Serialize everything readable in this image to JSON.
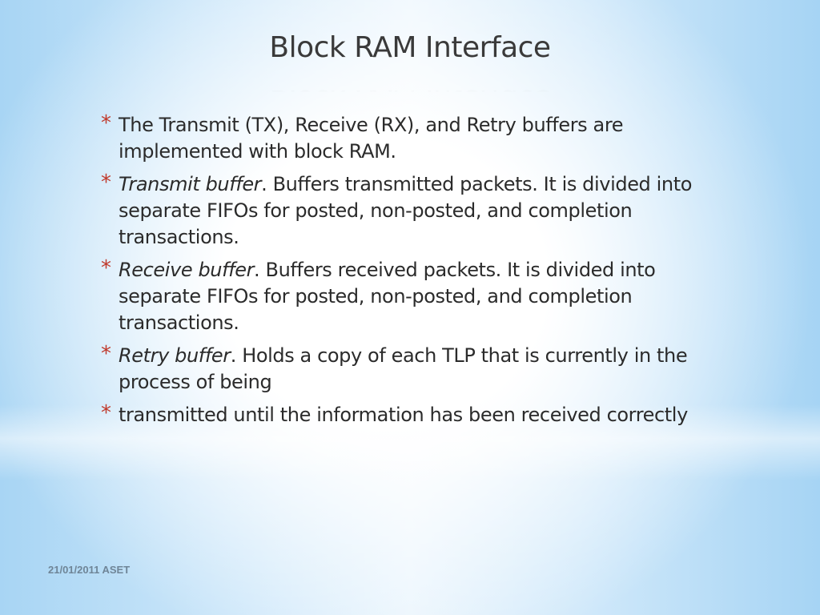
{
  "slide": {
    "title": "Block RAM Interface",
    "bullet_marker": "*",
    "bullets": [
      {
        "term": "",
        "text": "The Transmit (TX), Receive (RX), and Retry buffers are implemented with block RAM."
      },
      {
        "term": "Transmit buffer",
        "text": ". Buffers transmitted packets. It is divided into separate FIFOs for posted, non-posted, and completion transactions."
      },
      {
        "term": "Receive buffer",
        "text": ". Buffers received packets. It is divided into separate FIFOs for posted, non-posted, and completion transactions."
      },
      {
        "term": "Retry buffer",
        "text": ". Holds a copy of each TLP that is currently in the process of being"
      },
      {
        "term": "",
        "text": "transmitted until the information has been received correctly"
      }
    ],
    "footer": "21/01/2011 ASET"
  },
  "colors": {
    "title": "#3a3a3a",
    "body_text": "#2b2b2b",
    "bullet_marker": "#c0392b",
    "footer": "#6f8597",
    "background_center": "#ffffff",
    "background_edge": "#a8d5f4"
  }
}
